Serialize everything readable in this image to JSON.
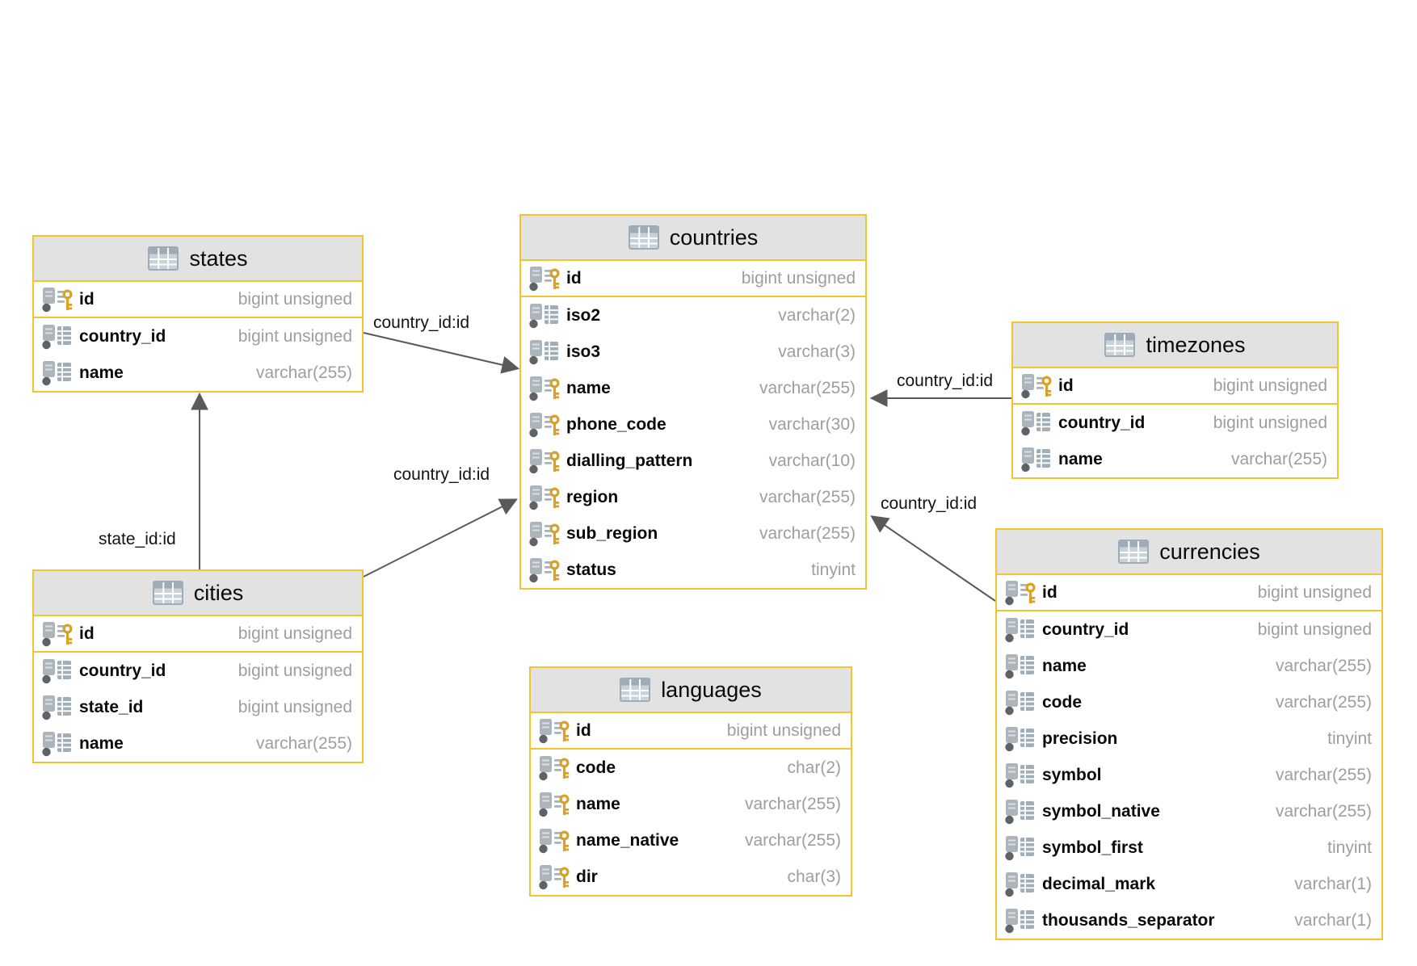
{
  "diagram": {
    "colors": {
      "table_border": "#F4C330",
      "header_bg": "#E2E2E2",
      "key_icon": "#D9A127",
      "column_icon": "#9FAEB9",
      "relation_line": "#5A5A5A",
      "type_text": "#9E9E9E"
    },
    "icons": {
      "table_header": "table-grid-icon",
      "key_column": "key-column-icon",
      "plain_column": "grid-column-icon"
    },
    "tables": [
      {
        "title": "states",
        "columns": [
          {
            "name": "id",
            "type": "bigint unsigned",
            "key": true
          },
          {
            "name": "country_id",
            "type": "bigint unsigned",
            "key": false
          },
          {
            "name": "name",
            "type": "varchar(255)",
            "key": false
          }
        ]
      },
      {
        "title": "countries",
        "columns": [
          {
            "name": "id",
            "type": "bigint unsigned",
            "key": true
          },
          {
            "name": "iso2",
            "type": "varchar(2)",
            "key": false
          },
          {
            "name": "iso3",
            "type": "varchar(3)",
            "key": false
          },
          {
            "name": "name",
            "type": "varchar(255)",
            "key": true
          },
          {
            "name": "phone_code",
            "type": "varchar(30)",
            "key": true
          },
          {
            "name": "dialling_pattern",
            "type": "varchar(10)",
            "key": true
          },
          {
            "name": "region",
            "type": "varchar(255)",
            "key": true
          },
          {
            "name": "sub_region",
            "type": "varchar(255)",
            "key": true
          },
          {
            "name": "status",
            "type": "tinyint",
            "key": true
          }
        ]
      },
      {
        "title": "timezones",
        "columns": [
          {
            "name": "id",
            "type": "bigint unsigned",
            "key": true
          },
          {
            "name": "country_id",
            "type": "bigint unsigned",
            "key": false
          },
          {
            "name": "name",
            "type": "varchar(255)",
            "key": false
          }
        ]
      },
      {
        "title": "cities",
        "columns": [
          {
            "name": "id",
            "type": "bigint unsigned",
            "key": true
          },
          {
            "name": "country_id",
            "type": "bigint unsigned",
            "key": false
          },
          {
            "name": "state_id",
            "type": "bigint unsigned",
            "key": false
          },
          {
            "name": "name",
            "type": "varchar(255)",
            "key": false
          }
        ]
      },
      {
        "title": "languages",
        "columns": [
          {
            "name": "id",
            "type": "bigint unsigned",
            "key": true
          },
          {
            "name": "code",
            "type": "char(2)",
            "key": true
          },
          {
            "name": "name",
            "type": "varchar(255)",
            "key": true
          },
          {
            "name": "name_native",
            "type": "varchar(255)",
            "key": true
          },
          {
            "name": "dir",
            "type": "char(3)",
            "key": true
          }
        ]
      },
      {
        "title": "currencies",
        "columns": [
          {
            "name": "id",
            "type": "bigint unsigned",
            "key": true
          },
          {
            "name": "country_id",
            "type": "bigint unsigned",
            "key": false
          },
          {
            "name": "name",
            "type": "varchar(255)",
            "key": false
          },
          {
            "name": "code",
            "type": "varchar(255)",
            "key": false
          },
          {
            "name": "precision",
            "type": "tinyint",
            "key": false
          },
          {
            "name": "symbol",
            "type": "varchar(255)",
            "key": false
          },
          {
            "name": "symbol_native",
            "type": "varchar(255)",
            "key": false
          },
          {
            "name": "symbol_first",
            "type": "tinyint",
            "key": false
          },
          {
            "name": "decimal_mark",
            "type": "varchar(1)",
            "key": false
          },
          {
            "name": "thousands_separator",
            "type": "varchar(1)",
            "key": false
          }
        ]
      }
    ],
    "relations": [
      {
        "label": "country_id:id",
        "from": "states",
        "to": "countries"
      },
      {
        "label": "country_id:id",
        "from": "cities",
        "to": "countries"
      },
      {
        "label": "state_id:id",
        "from": "cities",
        "to": "states"
      },
      {
        "label": "country_id:id",
        "from": "timezones",
        "to": "countries"
      },
      {
        "label": "country_id:id",
        "from": "currencies",
        "to": "countries"
      }
    ]
  }
}
